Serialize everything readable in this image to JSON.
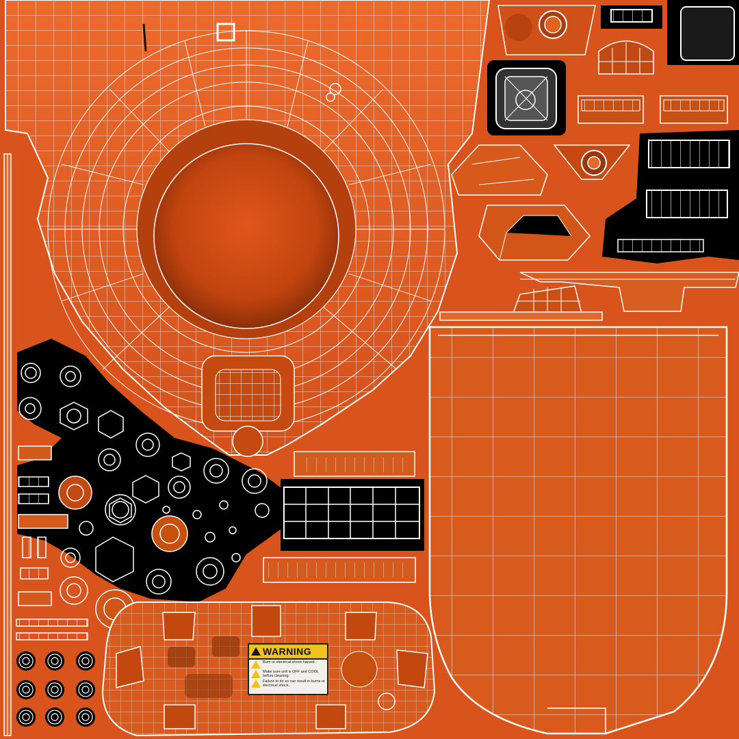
{
  "label": {
    "title": "WARNING",
    "lines": [
      "Burn or electrical shock hazard.",
      "Make sure unit is OFF and COOL before cleaning.",
      "Failure to do so can result in burns or electrical shock."
    ]
  },
  "colors": {
    "background": "#d8541c",
    "wire": "#ffffff",
    "mask": "#000000",
    "label_yellow": "#f2c21a"
  }
}
